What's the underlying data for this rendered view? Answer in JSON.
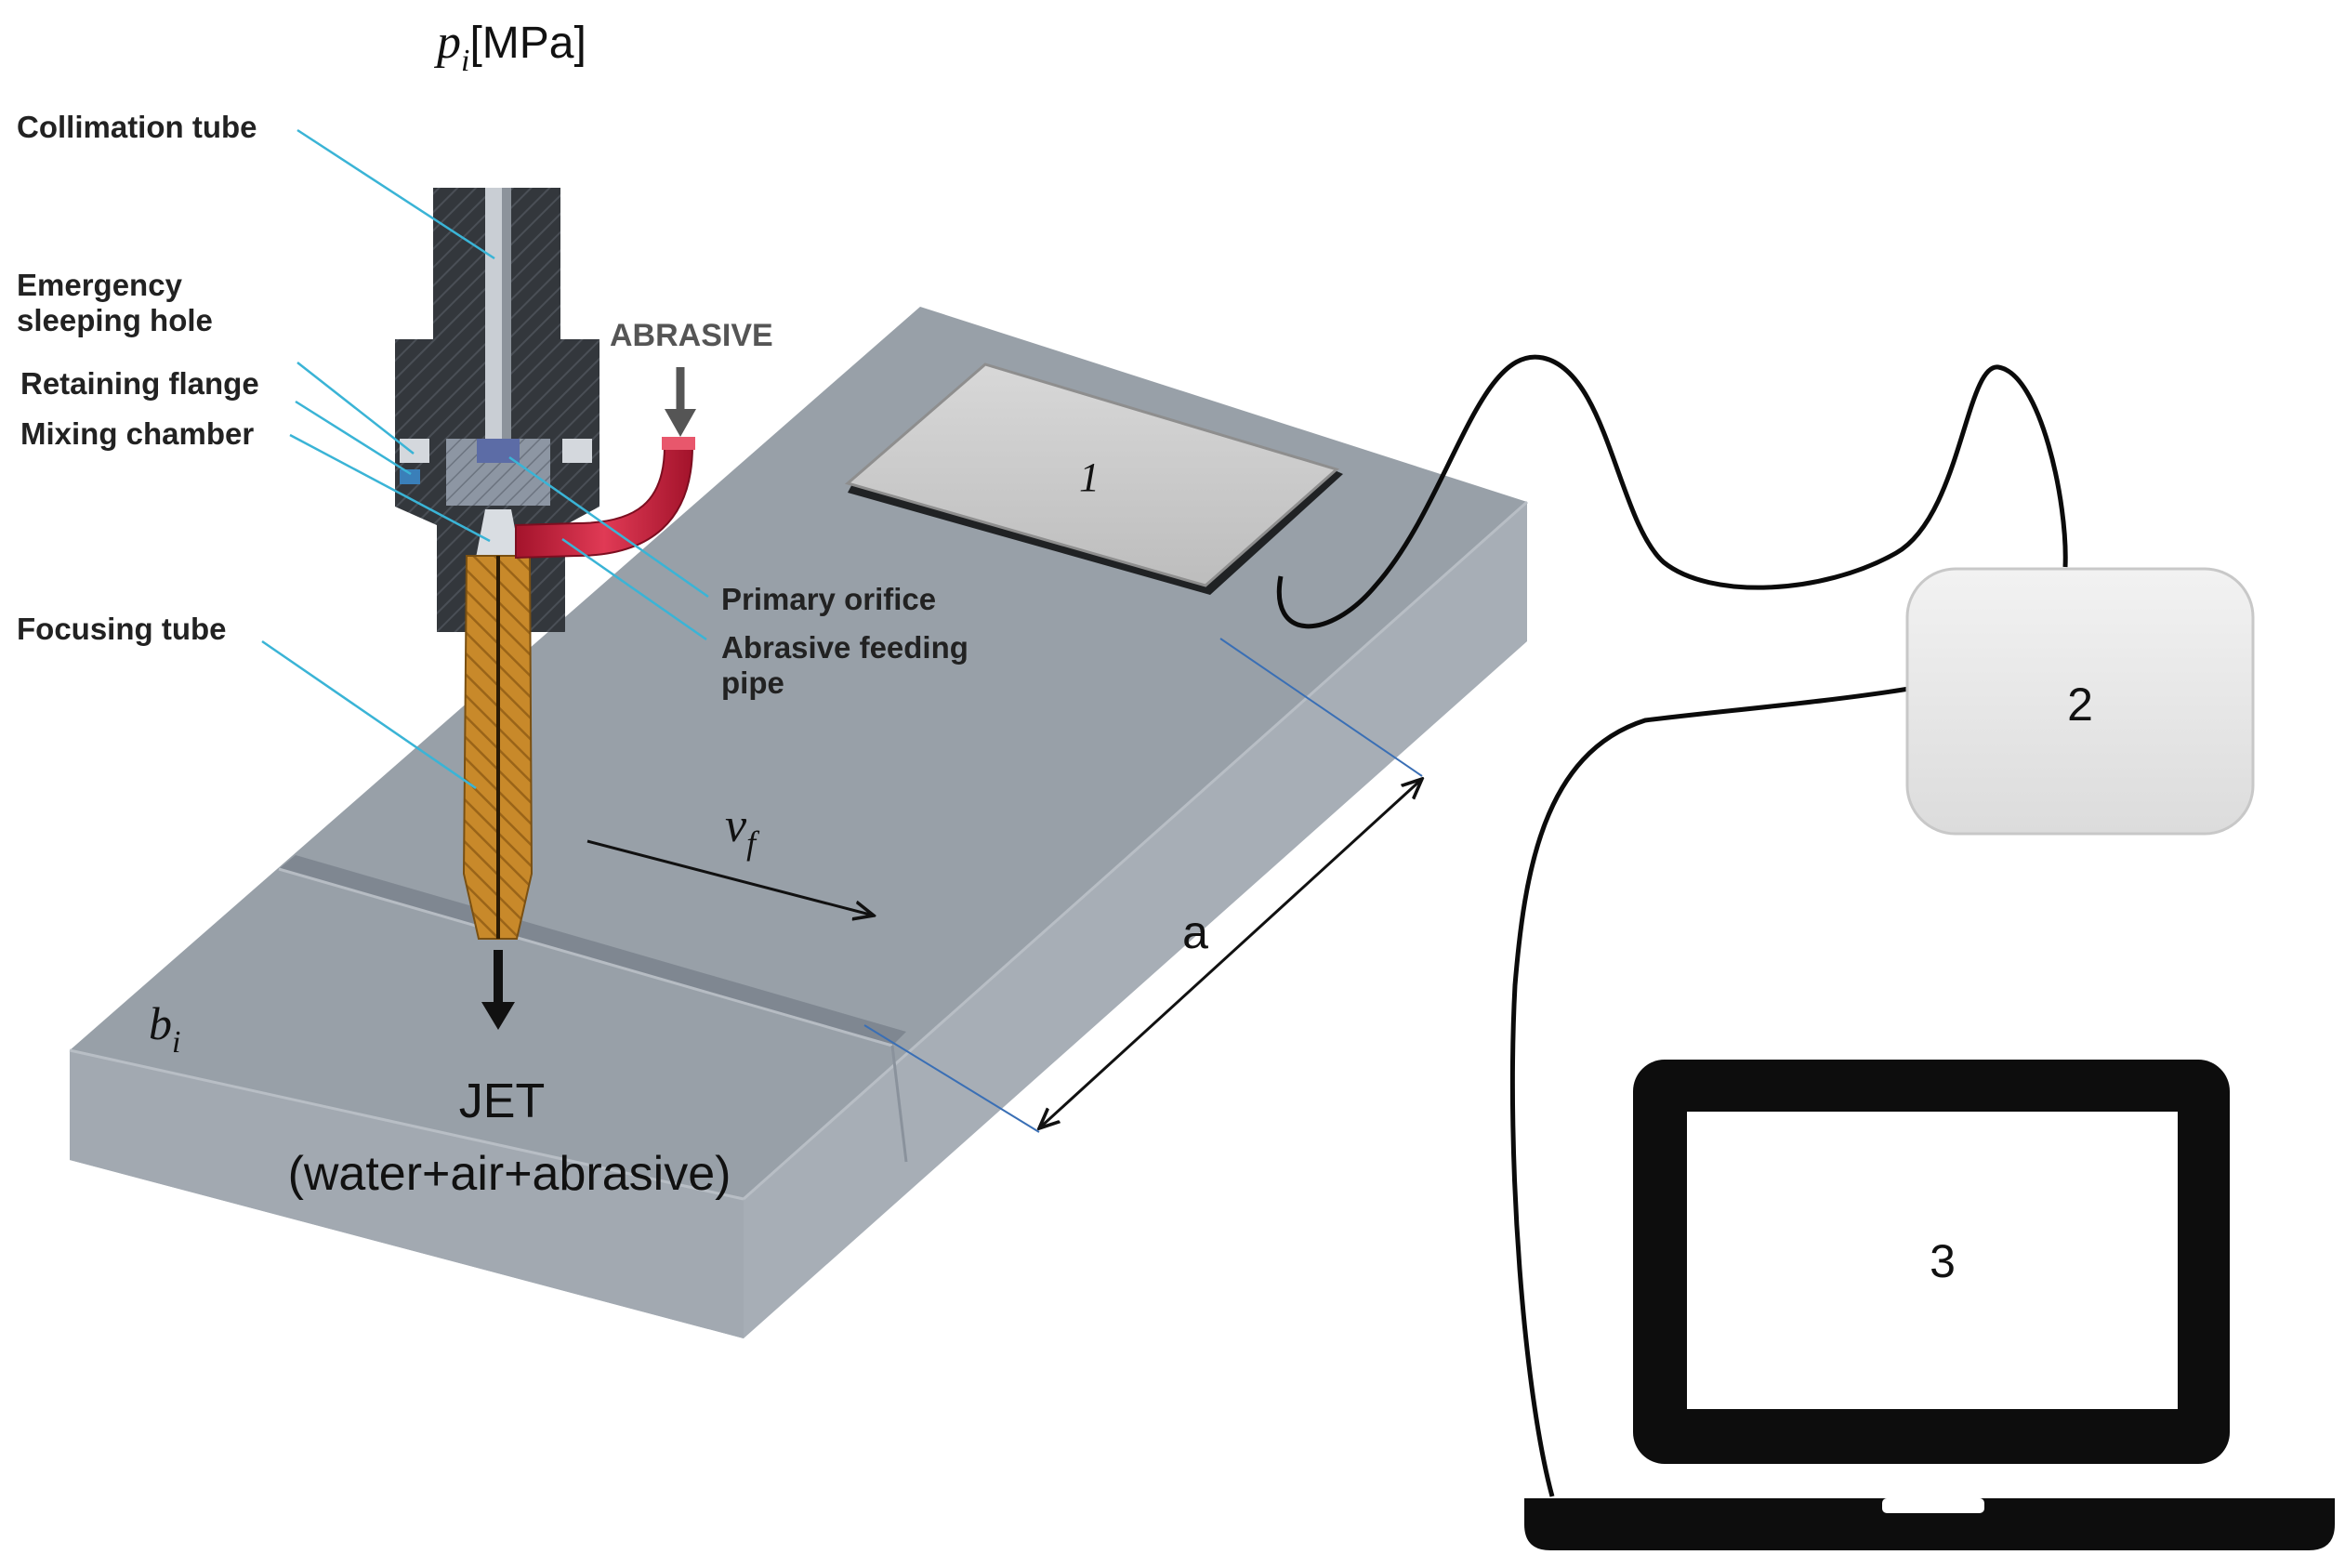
{
  "pressure": {
    "symbol": "p",
    "subscript": "i",
    "unit": "[MPa]"
  },
  "nozzle_labels": {
    "collimation_tube": "Collimation tube",
    "emergency_line1": "Emergency",
    "emergency_line2": "sleeping hole",
    "retaining_flange": "Retaining flange",
    "mixing_chamber": "Mixing chamber",
    "focusing_tube": "Focusing tube",
    "abrasive": "ABRASIVE",
    "primary_orifice": "Primary orifice",
    "feeding_line1": "Abrasive feeding",
    "feeding_line2": "pipe"
  },
  "feed_rate": {
    "symbol": "v",
    "subscript": "f"
  },
  "width": {
    "symbol": "b",
    "subscript": "i"
  },
  "distance_label": "a",
  "jet": {
    "line1": "JET",
    "line2": "(water+air+abrasive)"
  },
  "devices": {
    "sensor": "1",
    "amplifier": "2",
    "computer": "3"
  },
  "colors": {
    "workpiece_top": "#98a0a8",
    "workpiece_side": "#a6adb5",
    "leader_line": "#3ab4d6",
    "focusing_tube": "#c8892a",
    "feed_pipe": "#c8203a",
    "nozzle_body": "#2e3136"
  }
}
